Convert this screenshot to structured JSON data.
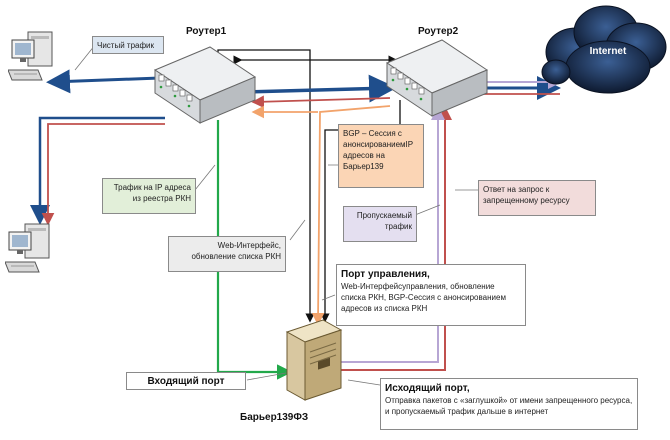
{
  "colors": {
    "blue": "#1f4e8c",
    "green": "#22a84a",
    "red": "#c0504d",
    "orange": "#f2a36b",
    "purple": "#b7a6d4",
    "black": "#111111",
    "cloud": "#16253f"
  },
  "devices": {
    "router1": "Роутер1",
    "router2": "Роутер2",
    "barrier": "Барьер139ФЗ",
    "internet": "Internet"
  },
  "callouts": {
    "clean_traffic": "Чистый трафик",
    "rkn_traffic": "Трафик на IP адреса из реестра РКН",
    "web_update": "Web-Интерфейс, обновление списка РКН",
    "bgp_session": "BGP – Сессия с анонсированиемIP адресов на Барьер139",
    "allowed_traffic": "Пропускаемый трафик",
    "blocked_reply": "Ответ на запрос к запрещенному ресурсу",
    "mgmt_title": "Порт управления,",
    "mgmt_desc": "Web-Интерфейсуправления, обновление списка РКН, BGP-Сессия с анонсированием адресов из списка РКН",
    "in_port": "Входящий порт",
    "out_title": "Исходящий порт,",
    "out_desc": "Отправка пакетов с «заглушкой» от имени запрещенного ресурса, и пропускаемый трафик дальше в интернет"
  },
  "icons": [
    "computer-icon",
    "router-icon",
    "server-icon",
    "cloud-icon"
  ]
}
